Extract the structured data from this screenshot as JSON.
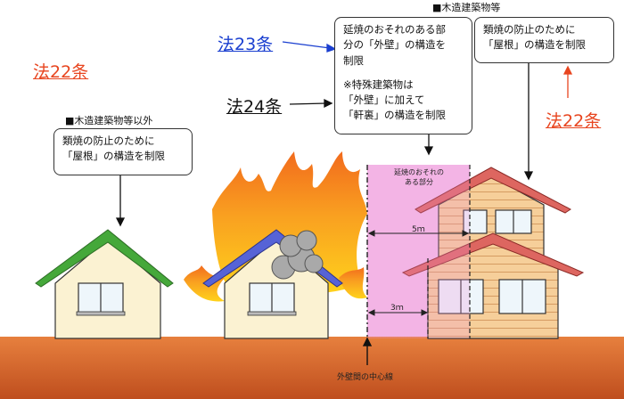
{
  "labels": {
    "law22_left": "法22条",
    "law23": "法23条",
    "law24": "法24条",
    "law22_right": "法22条",
    "non_wooden": "■木造建築物等以外",
    "wooden": "■木造建築物等",
    "fire_zone": "延焼のおそれの\nある部分",
    "dist_5m": "5ｍ",
    "dist_3m": "3ｍ",
    "centerline": "外壁間の中心線"
  },
  "boxes": {
    "left": "類焼の防止のために\n「屋根」の構造を制限",
    "center_a": "延焼のおそれのある部\n分の「外壁」の構造を\n制限",
    "center_b": "※特殊建築物は\n「外壁」に加えて\n「軒裏」の構造を制限",
    "right": "類焼の防止のために\n「屋根」の構造を制限"
  },
  "colors": {
    "law22": "#e8451f",
    "law23": "#1a3fd0",
    "roof_green": "#3a9e2e",
    "roof_blue": "#4b56c9",
    "roof_red": "#d9534f",
    "fire": "#f7931e",
    "zone": "#f3b5e6",
    "ground": "#d9662e"
  }
}
